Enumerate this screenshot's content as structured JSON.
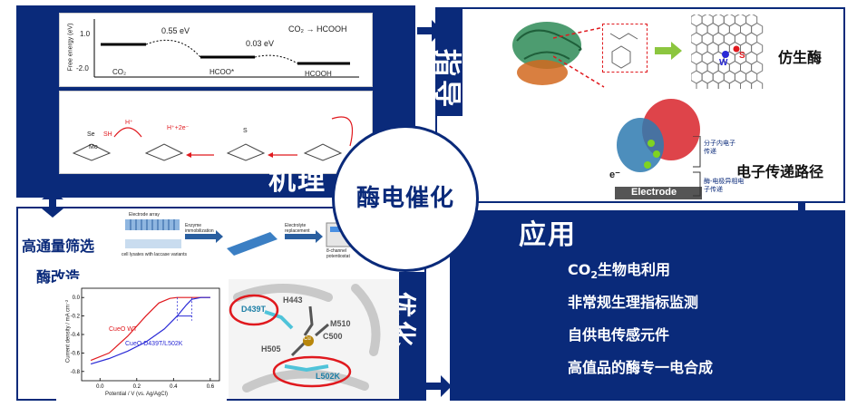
{
  "center": {
    "title": "酶电催化"
  },
  "mechanism": {
    "label": "机理",
    "energy": {
      "ylabel": "Free energy (eV)",
      "y_ticks": [
        "1.0",
        "-2.0"
      ],
      "barrier1": "0.55 eV",
      "barrier2": "0.03 eV",
      "reaction": "CO₂ → HCOOH",
      "species": [
        "CO₂",
        "HCOO*",
        "HCOOH"
      ]
    },
    "scheme": {
      "labels": [
        "Se",
        "SH",
        "Mo",
        "S",
        "H⁺+2e⁻",
        "H⁺"
      ]
    }
  },
  "guide": {
    "label": "指导",
    "biomimetic": "仿生酶",
    "transfer": "电子传递路径",
    "intra": "分子内电子传递",
    "hetero": "酶-电极异相电子传递",
    "electrode": "Electrode",
    "electron": "e⁻",
    "atoms": [
      "W",
      "S"
    ]
  },
  "application": {
    "label": "应用",
    "items": [
      "生物电利用",
      "非常规生理指标监测",
      "自供电传感元件",
      "高值品的酶专一电合成"
    ],
    "co2_prefix": "CO",
    "co2_sub": "2"
  },
  "optimization": {
    "label": "优化",
    "screening": "高通量筛选",
    "engineering": "酶改造",
    "flow": {
      "plate_top": "Electrode array",
      "step1": "Enzyme immobilization",
      "step2": "Electrolyte replacement",
      "plate_bottom": "cell lysates with laccase variants",
      "device": "8-channel potentiostat"
    },
    "lsv": {
      "ylabel": "Current density / mA cm⁻²",
      "xlabel": "Potential / V (vs. Ag/AgCl)",
      "series": [
        "CueO WT",
        "CueO D439T/L502K"
      ]
    },
    "structure": {
      "residues": [
        "H443",
        "M510",
        "C500",
        "H505",
        "D439T",
        "L502K"
      ],
      "metal": "Cu"
    }
  },
  "chart_data": {
    "type": "line",
    "xlabel": "Potential / V (vs. Ag/AgCl)",
    "ylabel": "Current density / mA cm⁻²",
    "xlim": [
      -0.1,
      0.65
    ],
    "ylim": [
      -0.9,
      0.1
    ],
    "x_ticks": [
      "0.0",
      "0.2",
      "0.4",
      "0.6"
    ],
    "y_ticks": [
      "0.0",
      "-0.2",
      "-0.4",
      "-0.6",
      "-0.8"
    ],
    "series": [
      {
        "name": "CueO WT",
        "color": "#e0191e",
        "x": [
          -0.05,
          0.05,
          0.15,
          0.25,
          0.32,
          0.38,
          0.42,
          0.45,
          0.5,
          0.6
        ],
        "y": [
          -0.68,
          -0.6,
          -0.42,
          -0.2,
          -0.06,
          -0.01,
          0.0,
          0.0,
          0.0,
          0.0
        ]
      },
      {
        "name": "CueO D439T/L502K",
        "color": "#2a2ad6",
        "x": [
          -0.05,
          0.05,
          0.15,
          0.25,
          0.35,
          0.42,
          0.47,
          0.5,
          0.55,
          0.6
        ],
        "y": [
          -0.72,
          -0.66,
          -0.58,
          -0.48,
          -0.34,
          -0.2,
          -0.08,
          -0.02,
          0.0,
          0.0
        ]
      }
    ],
    "annotations": [
      "CueO WT",
      "CueO D439T/L502K"
    ]
  },
  "colors": {
    "navy": "#0a2a7a",
    "red_curve": "#e0191e",
    "blue_curve": "#2a2ad6",
    "circle_red": "#e0191e"
  }
}
